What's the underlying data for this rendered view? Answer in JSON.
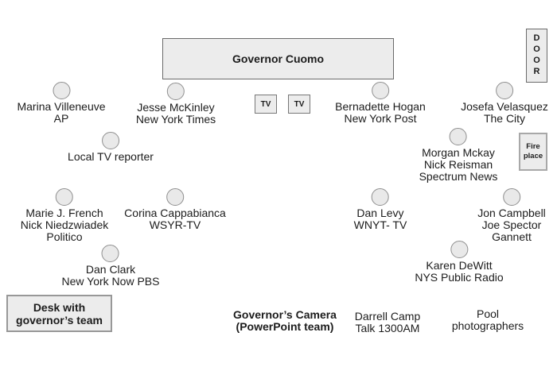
{
  "colors": {
    "background": "#ffffff",
    "shape_fill": "#ececec",
    "shape_border": "#6a6a6a",
    "light_border": "#a8a8a8",
    "circle_fill": "#e9e9e9",
    "circle_border": "#8f8f8f",
    "text": "#1c1c1c"
  },
  "podium": {
    "label": "Governor Cuomo"
  },
  "tv_monitors": [
    {
      "label": "TV"
    },
    {
      "label": "TV"
    }
  ],
  "door": {
    "letters": [
      "D",
      "O",
      "O",
      "R"
    ]
  },
  "fireplace": {
    "lines": [
      "Fire",
      "place"
    ]
  },
  "desk": {
    "lines": [
      "Desk with",
      "governor’s team"
    ]
  },
  "seats": [
    {
      "lines": [
        "Marina Villeneuve",
        "AP"
      ]
    },
    {
      "lines": [
        "Jesse McKinley",
        "New York Times"
      ]
    },
    {
      "lines": [
        "Bernadette Hogan",
        "New York Post"
      ]
    },
    {
      "lines": [
        "Josefa Velasquez",
        "The City"
      ]
    },
    {
      "lines": [
        "Local TV reporter"
      ]
    },
    {
      "lines": [
        "Morgan Mckay",
        "Nick Reisman",
        "Spectrum News"
      ]
    },
    {
      "lines": [
        "Marie J. French",
        "Nick Niedzwiadek",
        "Politico"
      ]
    },
    {
      "lines": [
        "Corina Cappabianca",
        "WSYR-TV"
      ]
    },
    {
      "lines": [
        "Dan Levy",
        "WNYT- TV"
      ]
    },
    {
      "lines": [
        "Jon Campbell",
        "Joe Spector",
        "Gannett"
      ]
    },
    {
      "lines": [
        "Dan Clark",
        "New York Now PBS"
      ]
    },
    {
      "lines": [
        "Karen DeWitt",
        "NYS Public Radio"
      ]
    }
  ],
  "floor_labels": [
    {
      "lines": [
        "Governor’s Camera",
        "(PowerPoint team)"
      ]
    },
    {
      "lines": [
        "Darrell Camp",
        "Talk 1300AM"
      ]
    },
    {
      "lines": [
        "Pool",
        "photographers"
      ]
    }
  ]
}
